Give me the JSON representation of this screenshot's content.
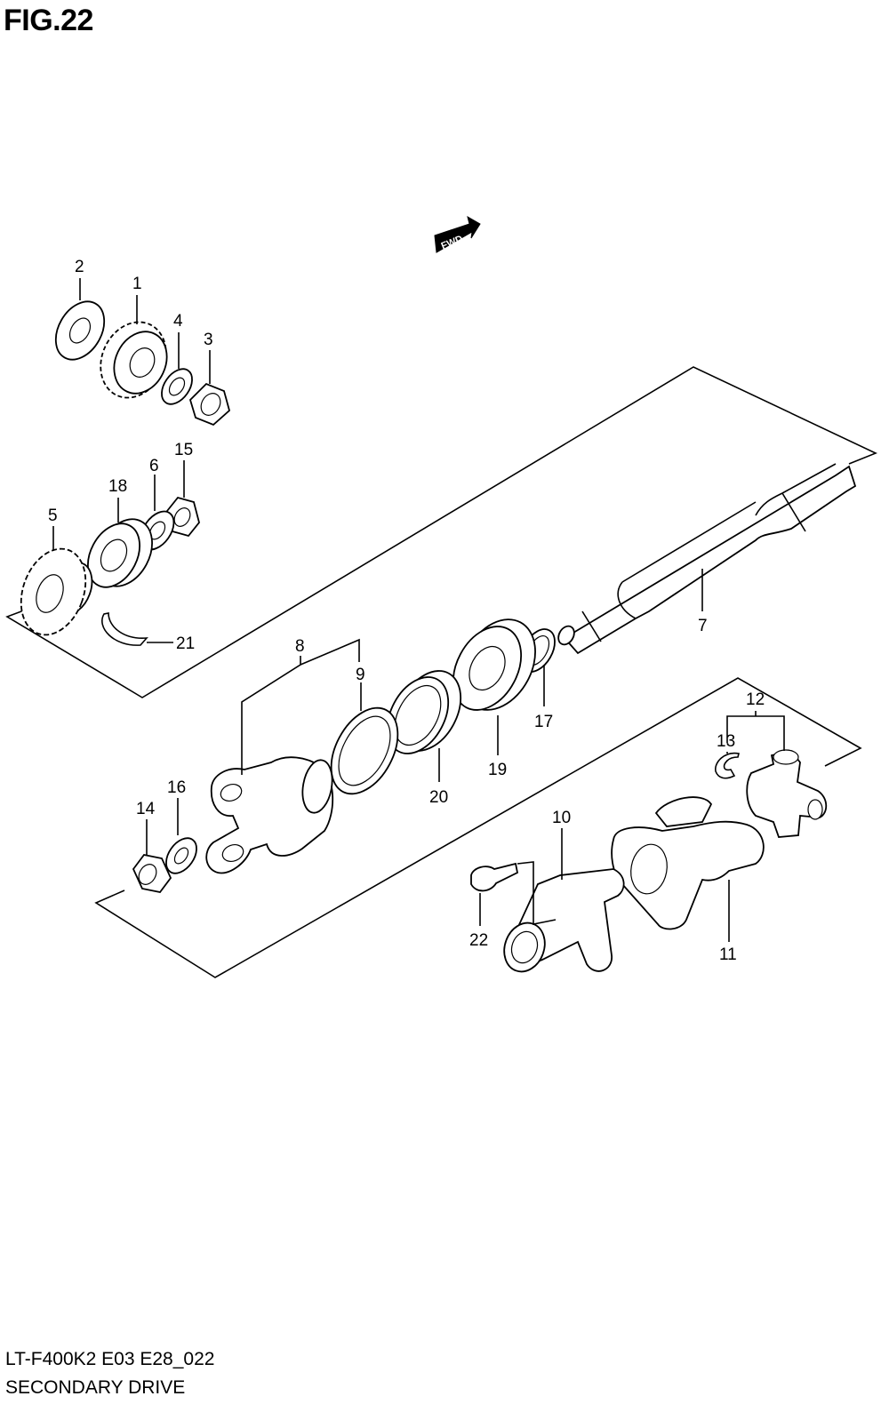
{
  "figure": {
    "title": "FIG.22",
    "model_code": "LT-F400K2 E03 E28_022",
    "section": "SECONDARY DRIVE"
  },
  "direction_marker": {
    "text": "FWD",
    "icon": "fwd-arrow-icon"
  },
  "callouts": [
    "1",
    "2",
    "3",
    "4",
    "5",
    "6",
    "7",
    "8",
    "9",
    "10",
    "11",
    "12",
    "13",
    "14",
    "15",
    "16",
    "17",
    "18",
    "19",
    "20",
    "21",
    "22"
  ]
}
